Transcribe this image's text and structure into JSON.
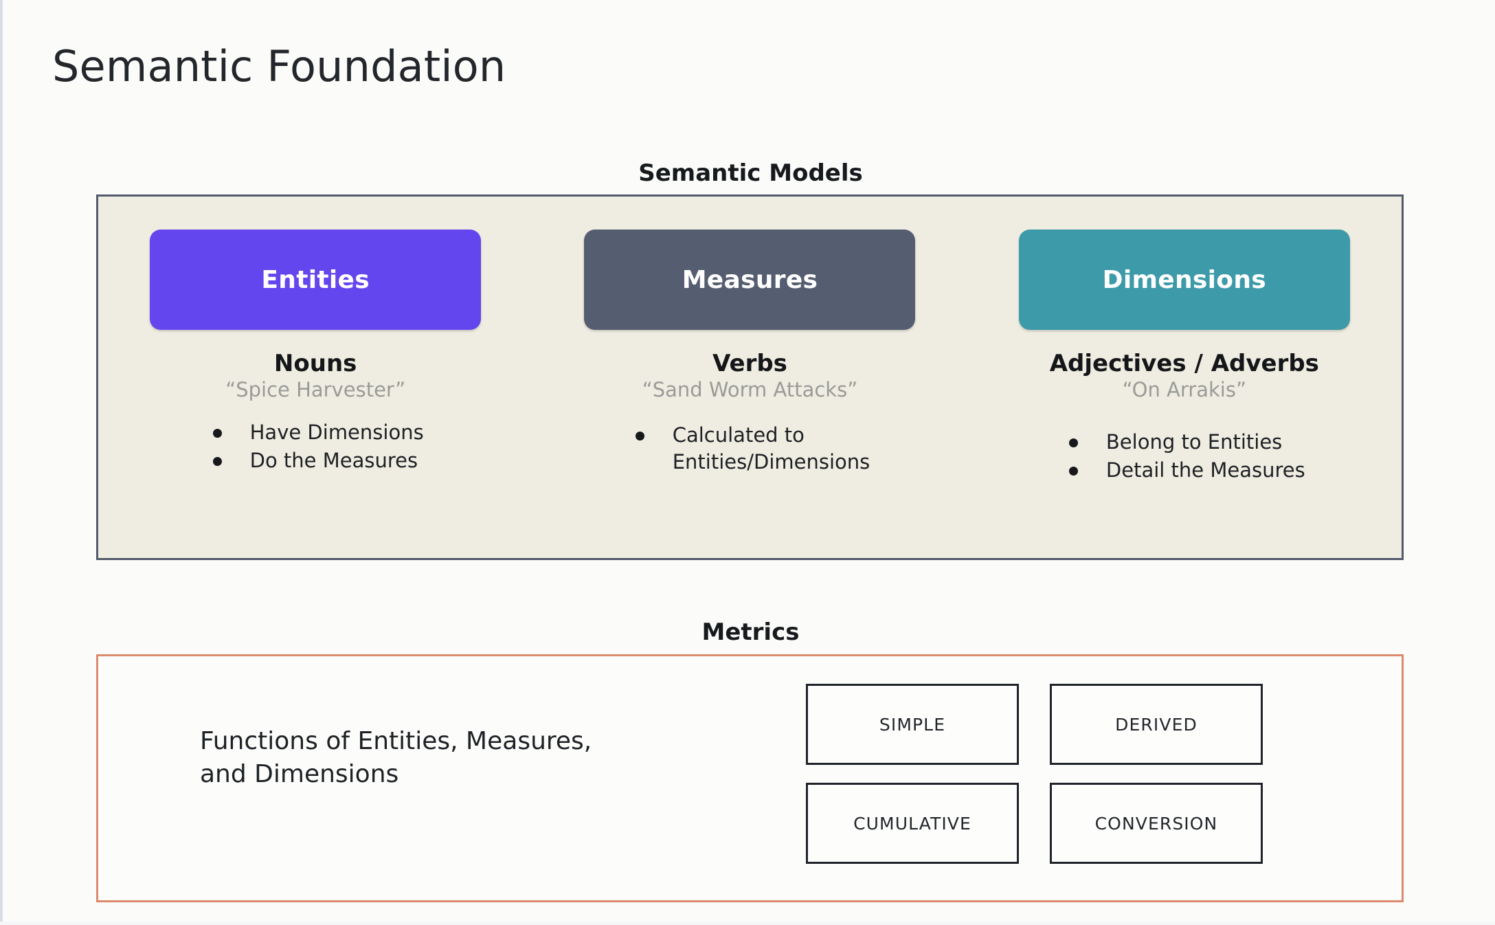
{
  "page": {
    "title": "Semantic Foundation",
    "background_color": "#fbfcfa"
  },
  "semantic_models": {
    "heading": "Semantic Models",
    "panel_fill": "#efede1",
    "panel_border": "#525a6b",
    "columns": [
      {
        "pill_label": "Entities",
        "pill_color": "#6446ef",
        "role": "Nouns",
        "example": "“Spice Harvester”",
        "bullets": [
          "Have Dimensions",
          "Do the Measures"
        ]
      },
      {
        "pill_label": "Measures",
        "pill_color": "#555d70",
        "role": "Verbs",
        "example": "“Sand Worm Attacks”",
        "bullets": [
          "Calculated to\nEntities/Dimensions"
        ]
      },
      {
        "pill_label": "Dimensions",
        "pill_color": "#3d9aa8",
        "role": "Adjectives / Adverbs",
        "example": "“On Arrakis”",
        "bullets": [
          "Belong to Entities",
          "Detail the Measures"
        ]
      }
    ]
  },
  "metrics": {
    "heading": "Metrics",
    "panel_border": "#dc8a6b",
    "description": "Functions of Entities, Measures,\nand Dimensions",
    "types": [
      "SIMPLE",
      "DERIVED",
      "CUMULATIVE",
      "CONVERSION"
    ]
  }
}
